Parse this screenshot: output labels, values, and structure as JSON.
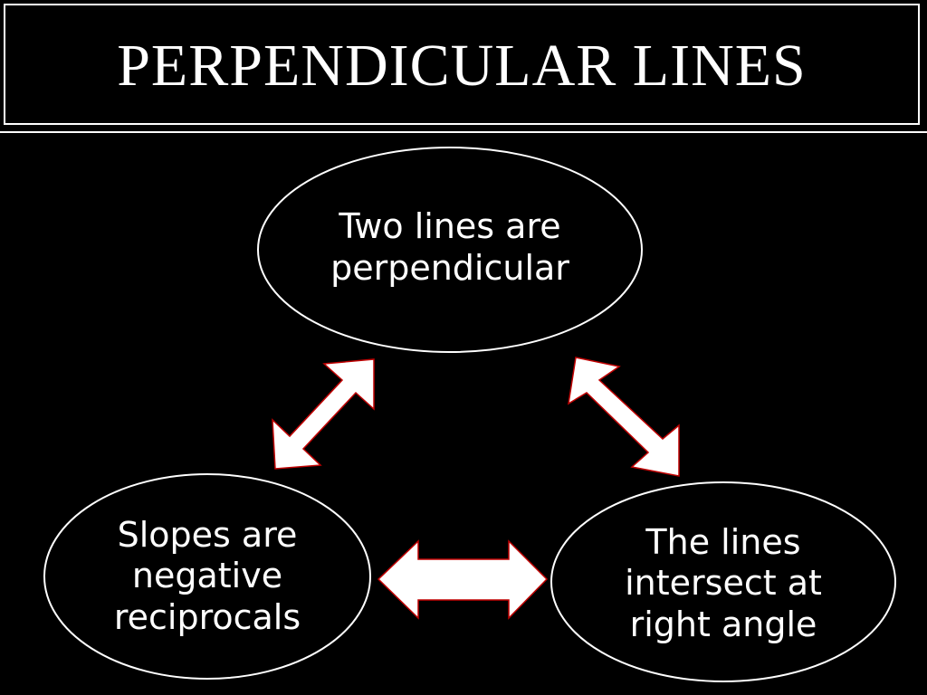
{
  "title": "PERPENDICULAR LINES",
  "nodes": {
    "top": {
      "lines": [
        "Two lines are",
        "perpendicular"
      ]
    },
    "left": {
      "lines": [
        "Slopes are",
        "negative",
        "reciprocals"
      ]
    },
    "right": {
      "lines": [
        "The lines",
        "intersect at",
        "right angle"
      ]
    }
  },
  "colors": {
    "background": "#000000",
    "text": "#ffffff",
    "arrow_fill": "#ffffff",
    "arrow_stroke": "#c00000"
  }
}
